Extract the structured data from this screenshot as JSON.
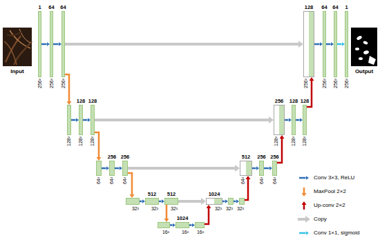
{
  "diagram": {
    "nodes": [
      {
        "text": [
          "Input"
        ]
      },
      {
        "text": [
          "1",
          "256²"
        ]
      },
      {
        "text": [
          "64",
          "256²"
        ]
      },
      {
        "text": [
          "64",
          "256²"
        ]
      },
      {
        "text": [
          "128",
          "256²"
        ]
      },
      {
        "text": [
          "64",
          "256²"
        ]
      },
      {
        "text": [
          "64",
          "256²"
        ]
      },
      {
        "text": [
          "1",
          "256²"
        ]
      },
      {
        "text": [
          "Output"
        ]
      },
      {
        "text": [
          "128²"
        ]
      },
      {
        "text": [
          "128",
          "128²"
        ]
      },
      {
        "text": [
          "128",
          "128²"
        ]
      },
      {
        "text": [
          "256",
          "128²"
        ]
      },
      {
        "text": [
          "128",
          "128²"
        ]
      },
      {
        "text": [
          "128",
          "128²"
        ]
      },
      {
        "text": [
          "64²"
        ]
      },
      {
        "text": [
          "256",
          "64²"
        ]
      },
      {
        "text": [
          "256",
          "64²"
        ]
      },
      {
        "text": [
          "512",
          "64²"
        ]
      },
      {
        "text": [
          "256",
          "64²"
        ]
      },
      {
        "text": [
          "256",
          "64²"
        ]
      },
      {
        "text": [
          "32²"
        ]
      },
      {
        "text": [
          "512",
          "32²"
        ]
      },
      {
        "text": [
          "512",
          "32²"
        ]
      },
      {
        "text": [
          "1024",
          "32²"
        ]
      },
      {
        "text": [
          "32²"
        ]
      },
      {
        "text": [
          "32²"
        ]
      },
      {
        "text": [
          "16²"
        ]
      },
      {
        "text": [
          "1024",
          "16²"
        ]
      },
      {
        "text": [
          "16²"
        ]
      }
    ],
    "edges": [
      {
        "from": 1,
        "to": 2,
        "arrow": "to"
      },
      {
        "from": 2,
        "to": 3,
        "arrow": "to"
      },
      {
        "from": 3,
        "to": 9,
        "arrow": "to"
      },
      {
        "from": 3,
        "to": 4,
        "arrow": "to"
      },
      {
        "from": 4,
        "to": 5,
        "arrow": "to"
      },
      {
        "from": 5,
        "to": 6,
        "arrow": "to"
      },
      {
        "from": 6,
        "to": 7,
        "arrow": "to"
      },
      {
        "from": 9,
        "to": 10,
        "arrow": "to"
      },
      {
        "from": 10,
        "to": 11,
        "arrow": "to"
      },
      {
        "from": 11,
        "to": 15,
        "arrow": "to"
      },
      {
        "from": 11,
        "to": 12,
        "arrow": "to"
      },
      {
        "from": 12,
        "to": 13,
        "arrow": "to"
      },
      {
        "from": 13,
        "to": 14,
        "arrow": "to"
      },
      {
        "from": 14,
        "to": 4,
        "arrow": "to"
      },
      {
        "from": 15,
        "to": 16,
        "arrow": "to"
      },
      {
        "from": 16,
        "to": 17,
        "arrow": "to"
      },
      {
        "from": 17,
        "to": 21,
        "arrow": "to"
      },
      {
        "from": 17,
        "to": 18,
        "arrow": "to"
      },
      {
        "from": 18,
        "to": 19,
        "arrow": "to"
      },
      {
        "from": 19,
        "to": 20,
        "arrow": "to"
      },
      {
        "from": 20,
        "to": 12,
        "arrow": "to"
      },
      {
        "from": 21,
        "to": 22,
        "arrow": "to"
      },
      {
        "from": 22,
        "to": 23,
        "arrow": "to"
      },
      {
        "from": 23,
        "to": 27,
        "arrow": "to"
      },
      {
        "from": 23,
        "to": 24,
        "arrow": "to"
      },
      {
        "from": 24,
        "to": 25,
        "arrow": "to"
      },
      {
        "from": 25,
        "to": 26,
        "arrow": "to"
      },
      {
        "from": 26,
        "to": 18,
        "arrow": "to"
      },
      {
        "from": 27,
        "to": 28,
        "arrow": "to"
      },
      {
        "from": 28,
        "to": 29,
        "arrow": "to"
      },
      {
        "from": 29,
        "to": 24,
        "arrow": "to"
      }
    ],
    "legend": [
      {
        "text": "Conv 3×3, ReLU"
      },
      {
        "text": "MaxPool 2×2"
      },
      {
        "text": "Up-conv 2×2"
      },
      {
        "text": "Copy"
      },
      {
        "text": "Conv 1×1, sigmoid"
      }
    ]
  }
}
